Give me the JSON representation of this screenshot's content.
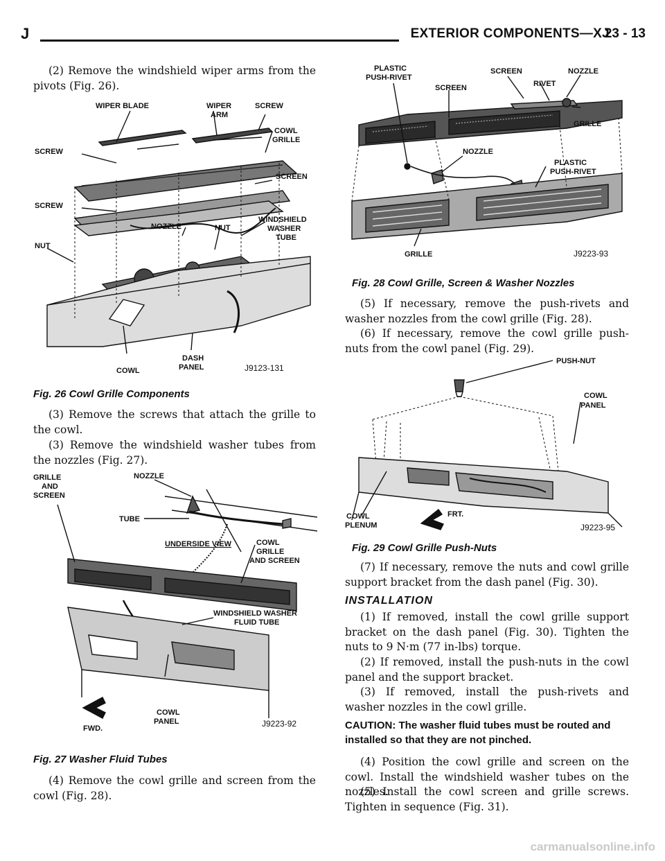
{
  "header": {
    "letter": "J",
    "title": "EXTERIOR COMPONENTS—XJ",
    "page": "23 - 13"
  },
  "left": {
    "p1": "(2) Remove the windshield wiper arms from the pivots (Fig. 26).",
    "fig26": {
      "labels": [
        "WIPER BLADE",
        "WIPER",
        "ARM",
        "SCREW",
        "COWL",
        "GRILLE",
        "SCREW",
        "SCREEN",
        "SCREW",
        "WINDSHIELD",
        "WASHER",
        "TUBE",
        "NOZZLE",
        "NUT",
        "NUT",
        "COWL",
        "DASH",
        "PANEL"
      ],
      "code": "J9123-131",
      "caption": "Fig. 26 Cowl Grille Components"
    },
    "p2": "(3) Remove the screws that attach the grille to the cowl.",
    "p3": "(3) Remove the windshield washer tubes from the nozzles (Fig. 27).",
    "fig27": {
      "labels": [
        "GRILLE",
        "AND",
        "SCREEN",
        "NOZZLE",
        "TUBE",
        "UNDERSIDE VIEW",
        "COWL",
        "GRILLE",
        "AND SCREEN",
        "WINDSHIELD WASHER",
        "FLUID TUBE",
        "FWD.",
        "COWL",
        "PANEL"
      ],
      "code": "J9223-92",
      "caption": "Fig. 27 Washer Fluid Tubes"
    },
    "p4": "(4) Remove the cowl grille and screen from the cowl (Fig. 28)."
  },
  "right": {
    "fig28": {
      "labels": [
        "PLASTIC",
        "PUSH-RIVET",
        "SCREEN",
        "SCREEN",
        "NOZZLE",
        "RIVET",
        "GRILLE",
        "NOZZLE",
        "PLASTIC",
        "PUSH-RIVET",
        "GRILLE"
      ],
      "code": "J9223-93",
      "caption": "Fig. 28 Cowl Grille, Screen & Washer Nozzles"
    },
    "p5": "(5) If necessary, remove the push-rivets and washer nozzles from the cowl grille (Fig. 28).",
    "p6": "(6) If necessary, remove the cowl grille push-nuts from the cowl panel (Fig. 29).",
    "fig29": {
      "labels": [
        "PUSH-NUT",
        "COWL",
        "PANEL",
        "COWL",
        "PLENUM",
        "FRT."
      ],
      "code": "J9223-95",
      "caption": "Fig. 29 Cowl Grille Push-Nuts"
    },
    "p7": "(7) If necessary, remove the nuts and cowl grille support bracket from the dash panel (Fig. 30).",
    "install_head": "INSTALLATION",
    "i1": "(1) If removed, install the cowl grille support bracket on the dash panel (Fig. 30). Tighten the nuts to 9 N·m (77 in-lbs) torque.",
    "i2": "(2) If removed, install the push-nuts in the cowl panel and the support bracket.",
    "i3": "(3) If removed, install the push-rivets and washer nozzles in the cowl grille.",
    "caution": "CAUTION: The washer fluid tubes must be routed and installed so that they are not pinched.",
    "i4": "(4) Position the cowl grille and screen on the cowl. Install the windshield washer tubes on the nozzles.",
    "i5": "(5) Install the cowl screen and grille screws. Tighten in sequence (Fig. 31)."
  },
  "watermark": "carmanualsonline.info"
}
